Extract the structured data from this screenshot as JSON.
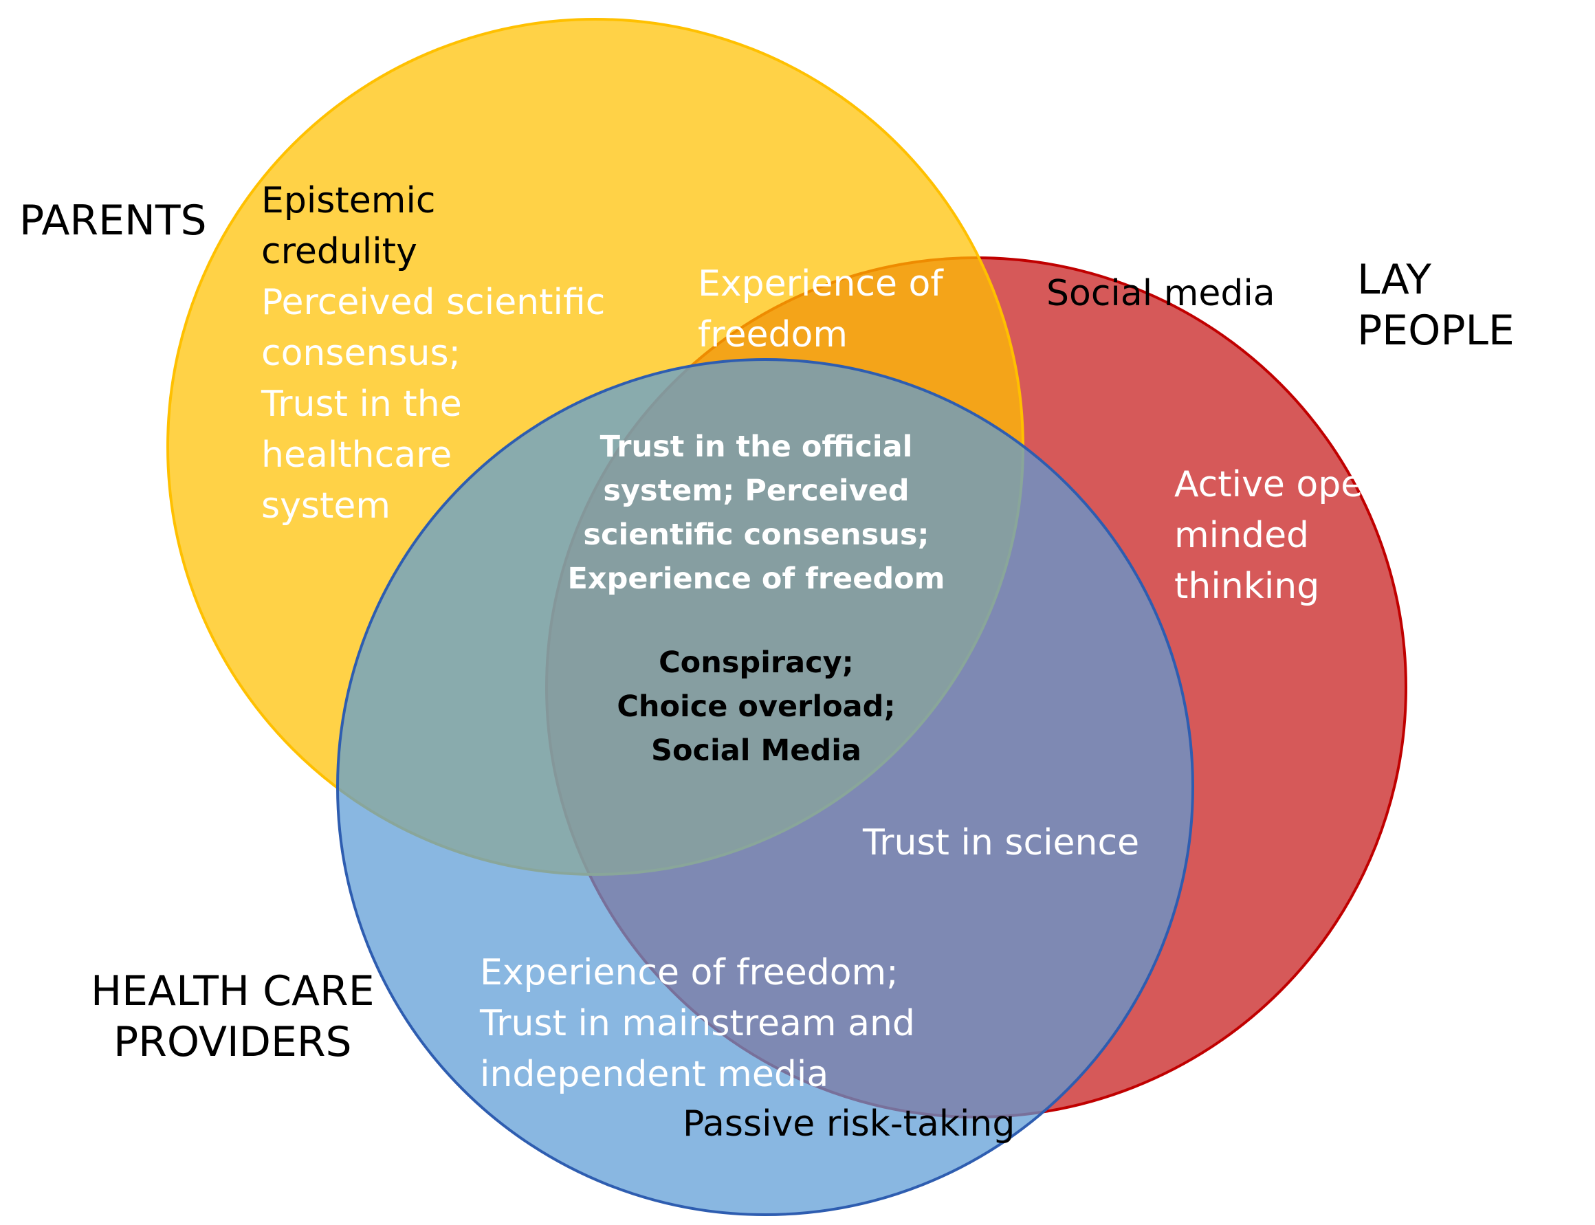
{
  "colors": {
    "parents_fill": "#FFC000",
    "parents_stroke": "#FFC000",
    "lay_people_fill": "#C00000",
    "lay_people_stroke": "#C00000",
    "health_care_fill": "#5B9BD5",
    "health_care_stroke": "#2E5DB0"
  },
  "groups": {
    "parents": "PARENTS",
    "lay_people": "LAY PEOPLE",
    "health_care_providers": "HEALTH CARE\nPROVIDERS"
  },
  "regions": {
    "parents_only_dark": "Epistemic\ncredulity",
    "parents_only_light": "Perceived scientific\nconsensus;\nTrust in the\nhealthcare\nsystem",
    "parents_lay": "Experience of\nfreedom",
    "lay_only_dark": "Social media",
    "lay_only_light": "Active open-\nminded\nthinking",
    "center_light": "Trust in the official\nsystem; Perceived\nscientific consensus;\nExperience of freedom",
    "center_dark": "Conspiracy;\nChoice overload;\nSocial Media",
    "lay_health": "Trust in science",
    "health_only_light": "Experience of freedom;\nTrust in mainstream and\nindependent media",
    "health_only_dark": "Passive risk-taking"
  }
}
